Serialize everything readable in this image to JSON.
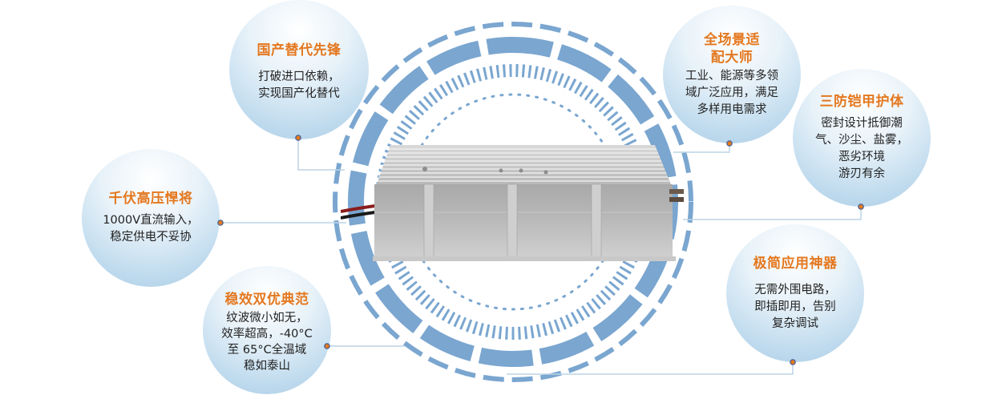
{
  "colors": {
    "accent_orange": "#e4781f",
    "ring_blue": "#7aa6d0",
    "bubble_light": "#e8f2f9",
    "bubble_dark": "#a9cbe5",
    "connector_line": "#bcd3e6",
    "text_dark": "#222222"
  },
  "product": {
    "icon": "heat-sink-power-module-image"
  },
  "features": [
    {
      "id": "domestic",
      "title": "国产替代先锋",
      "body": "打破进口依赖，\n实现国产化替代"
    },
    {
      "id": "scenarios",
      "title": "全场景适\n配大师",
      "body": "工业、能源等多领\n域广泛应用，满足\n多样用电需求"
    },
    {
      "id": "protection",
      "title": "三防铠甲护体",
      "body": "密封设计抵御潮\n气、沙尘、盐雾，\n恶劣环境\n游刃有余"
    },
    {
      "id": "high-voltage",
      "title": "千伏高压悍将",
      "body": "1000V直流输入，\n稳定供电不妥协"
    },
    {
      "id": "efficiency",
      "title": "稳效双优典范",
      "body": "纹波微小如无，\n效率超高，-40°C\n至 65°C全温域\n稳如泰山"
    },
    {
      "id": "simple",
      "title": "极简应用神器",
      "body": "无需外围电路，\n即插即用，告别\n复杂调试"
    }
  ]
}
